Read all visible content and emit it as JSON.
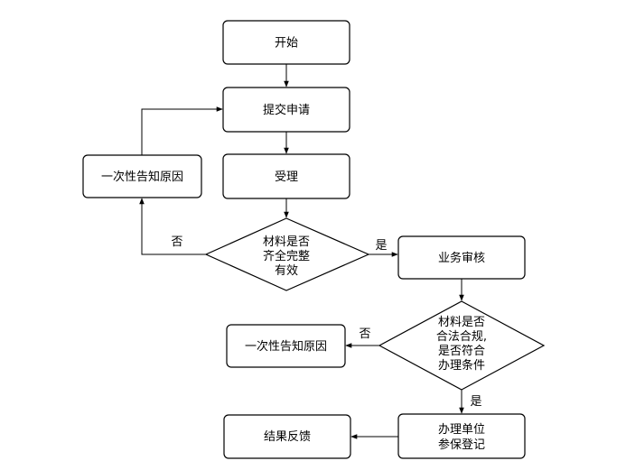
{
  "nodes": {
    "start": "开始",
    "apply": "提交申请",
    "accept": "受理",
    "check_materials": [
      "材料是否",
      "齐全完整",
      "有效"
    ],
    "notify_reason_1": "一次性告知原因",
    "business_review": "业务审核",
    "check_compliance": [
      "材料是否",
      "合法合规,",
      "是否符合",
      "办理条件"
    ],
    "notify_reason_2": "一次性告知原因",
    "handle_unit": [
      "办理单位",
      "参保登记"
    ],
    "feedback": "结果反馈"
  },
  "edges": {
    "no_1": "否",
    "yes_1": "是",
    "no_2": "否",
    "yes_2": "是"
  }
}
